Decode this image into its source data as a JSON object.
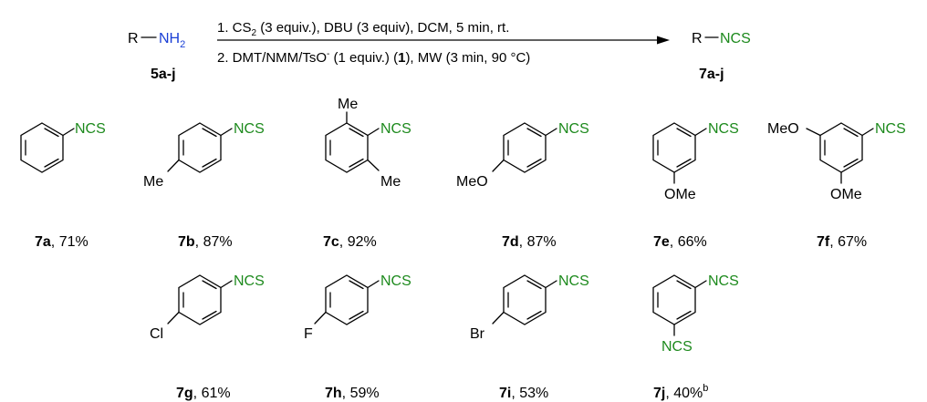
{
  "colors": {
    "nitrogen_blue": "#1a3fd6",
    "ncs_green": "#1d8a1d",
    "text": "#000000"
  },
  "reaction": {
    "reactant_r": "R",
    "reactant_nh": "NH",
    "reactant_sub": "2",
    "reactant_label": "5a-j",
    "conditions_1": {
      "pre": "1. CS",
      "sub": "2",
      "post": " (3 equiv.), DBU (3 equiv), DCM, 5 min, rt."
    },
    "conditions_2": {
      "pre": "2. DMT/NMM/TsO",
      "sup": "-",
      "mid": " (1 equiv.) (",
      "bold": "1",
      "post": "), MW (3 min, 90 °C)"
    },
    "product_r": "R",
    "product_ncs": "NCS",
    "product_label": "7a-j"
  },
  "ncs": "NCS",
  "compounds": [
    {
      "id": "7a",
      "yield": ", 71%"
    },
    {
      "id": "7b",
      "yield": ", 87%",
      "subs": [
        "Me"
      ]
    },
    {
      "id": "7c",
      "yield": ", 92%",
      "subs": [
        "Me",
        "Me"
      ]
    },
    {
      "id": "7d",
      "yield": ", 87%",
      "subs": [
        "MeO"
      ]
    },
    {
      "id": "7e",
      "yield": ", 66%",
      "subs": [
        "OMe"
      ]
    },
    {
      "id": "7f",
      "yield": ", 67%",
      "subs": [
        "MeO",
        "OMe"
      ]
    },
    {
      "id": "7g",
      "yield": ", 61%",
      "subs": [
        "Cl"
      ]
    },
    {
      "id": "7h",
      "yield": ", 59%",
      "subs": [
        "F"
      ]
    },
    {
      "id": "7i",
      "yield": ", 53%",
      "subs": [
        "Br"
      ]
    },
    {
      "id": "7j",
      "yield": ", 40%",
      "sup": "b"
    }
  ]
}
